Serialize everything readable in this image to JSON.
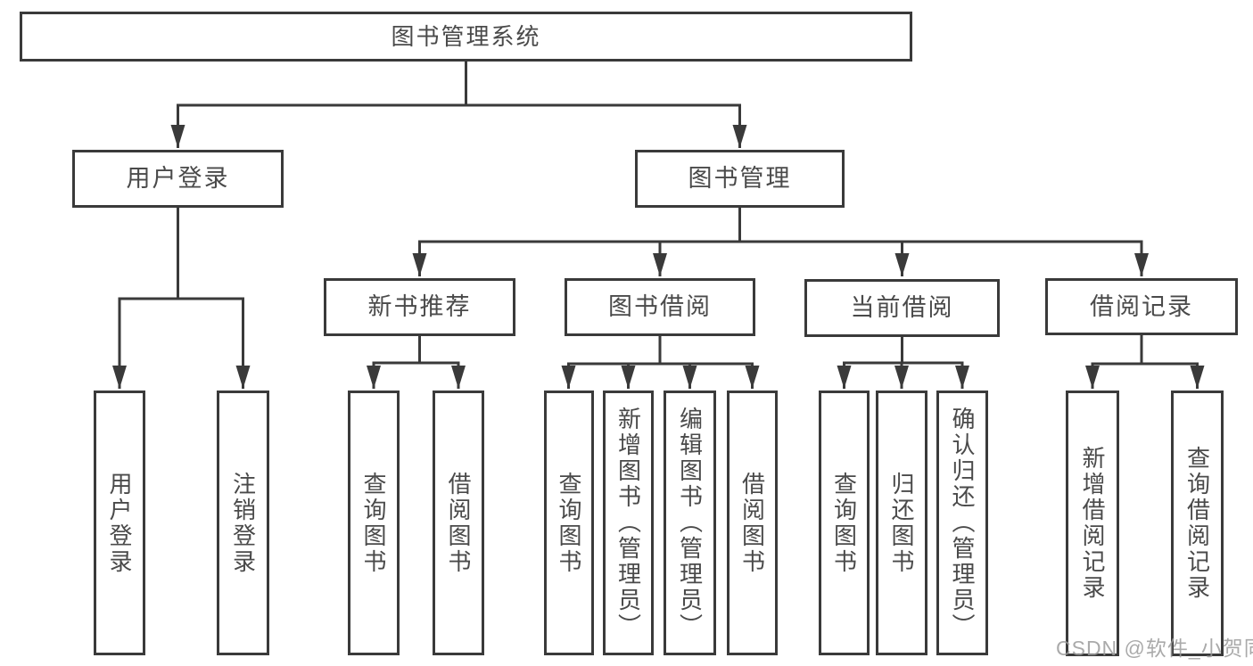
{
  "diagram": {
    "root": {
      "label": "图书管理系统"
    },
    "level2": [
      {
        "label": "用户登录",
        "children": [
          {
            "label": "用户登录"
          },
          {
            "label": "注销登录"
          }
        ]
      },
      {
        "label": "图书管理",
        "children": [
          {
            "label": "新书推荐",
            "children": [
              {
                "label": "查询图书"
              },
              {
                "label": "借阅图书"
              }
            ]
          },
          {
            "label": "图书借阅",
            "children": [
              {
                "label": "查询图书"
              },
              {
                "label": "新增图书（管理员）"
              },
              {
                "label": "编辑图书（管理员）"
              },
              {
                "label": "借阅图书"
              }
            ]
          },
          {
            "label": "当前借阅",
            "children": [
              {
                "label": "查询图书"
              },
              {
                "label": "归还图书"
              },
              {
                "label": "确认归还（管理员）"
              }
            ]
          },
          {
            "label": "借阅记录",
            "children": [
              {
                "label": "新增借阅记录"
              },
              {
                "label": "查询借阅记录"
              }
            ]
          }
        ]
      }
    ]
  },
  "watermark": {
    "text": "CSDN @软件_小贺同学"
  },
  "colors": {
    "line": "#3a3a3a",
    "box_border": "#3a3a3a",
    "text": "#4a4a4a",
    "watermark": "#9b9b9b",
    "background": "#ffffff"
  }
}
